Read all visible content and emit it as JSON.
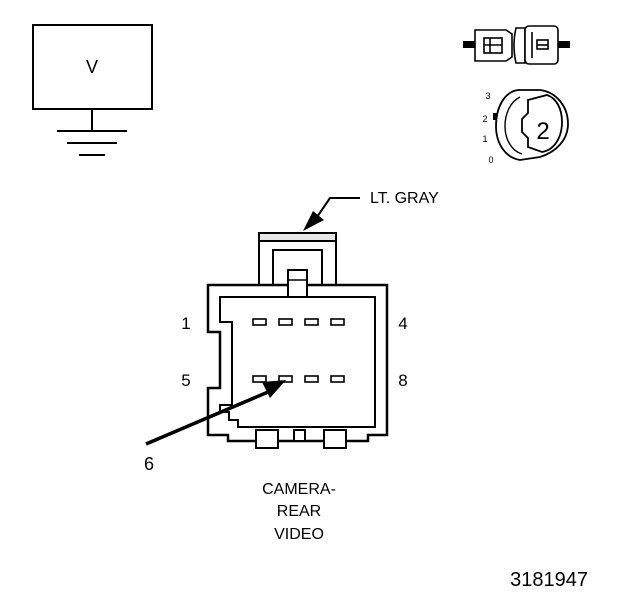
{
  "voltmeter": {
    "symbol": "V"
  },
  "rotary_switch": {
    "positions": [
      "3",
      "2",
      "1",
      "0"
    ],
    "selected": "2"
  },
  "connector": {
    "color_label": "LT. GRAY",
    "pin_labels": {
      "top_left": "1",
      "top_right": "4",
      "bottom_left": "5",
      "bottom_right": "8"
    },
    "callout": "6",
    "name_lines": [
      "CAMERA-",
      "REAR",
      "VIDEO"
    ]
  },
  "figure_number": "3181947"
}
